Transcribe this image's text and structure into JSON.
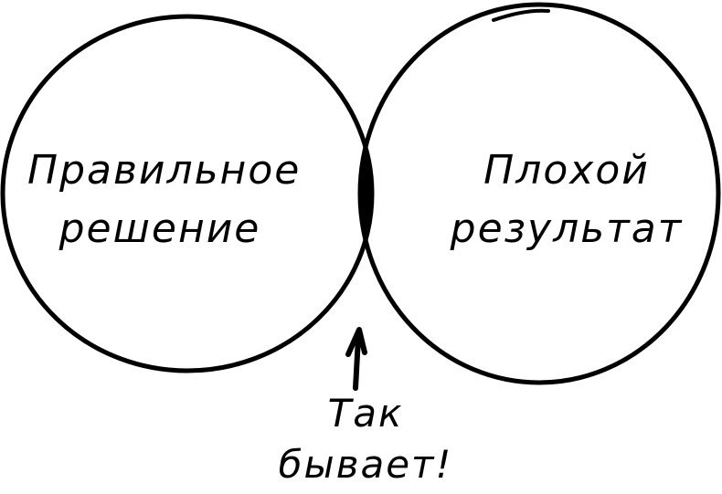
{
  "diagram": {
    "type": "venn",
    "circles": [
      {
        "id": "left",
        "lines": [
          "Правильное",
          "решение"
        ]
      },
      {
        "id": "right",
        "lines": [
          "Плохой",
          "результат"
        ]
      }
    ],
    "intersection": {
      "fill": "#000000",
      "annotation_lines": [
        "Так",
        "бывает!"
      ]
    },
    "colors": {
      "stroke": "#000000",
      "background": "#ffffff"
    }
  }
}
